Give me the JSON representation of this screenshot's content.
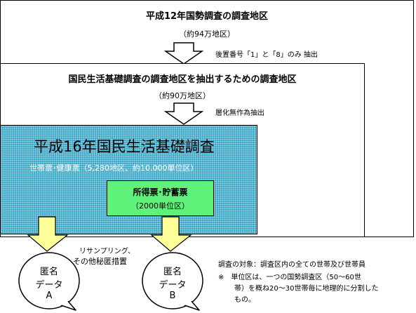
{
  "census": {
    "title": "平成12年国勢調査の調査地区",
    "count": "（約94万地区）"
  },
  "step1_note": "後置番号「1」と「8」のみ 抽出",
  "living_frame": {
    "title": "国民生活基礎調査の調査地区を抽出するための調査地区",
    "count": "（約90万地区）"
  },
  "step2_note": "層化無作為抽出",
  "survey": {
    "title": "平成16年国民生活基礎調査",
    "subtitle": "世帯票･健康票（5,280地区、約10,000単位区）"
  },
  "income": {
    "title": "所得票･貯蓄票",
    "count": "（2000単位区）"
  },
  "measures": {
    "line1": "リサンプリング、",
    "line2": "その他秘匿措置"
  },
  "anon_a": {
    "line1": "匿名",
    "line2": "データ",
    "line3": "A"
  },
  "anon_b": {
    "line1": "匿名",
    "line2": "データ",
    "line3": "B"
  },
  "notes": {
    "target": "調査の対象：調査区内の全ての世帯及び世帯員",
    "unit_line1": "※　単位区は、一つの国勢調査区（50～60世",
    "unit_line2": "帯）を概ね20～30世帯毎に地理的に分割した",
    "unit_line3": "もの。"
  },
  "colors": {
    "survey_fill": "#39a6c6",
    "income_fill": "#5ff27a",
    "arrow_yellow": "#ffff99",
    "arrow_white": "#ffffff"
  }
}
